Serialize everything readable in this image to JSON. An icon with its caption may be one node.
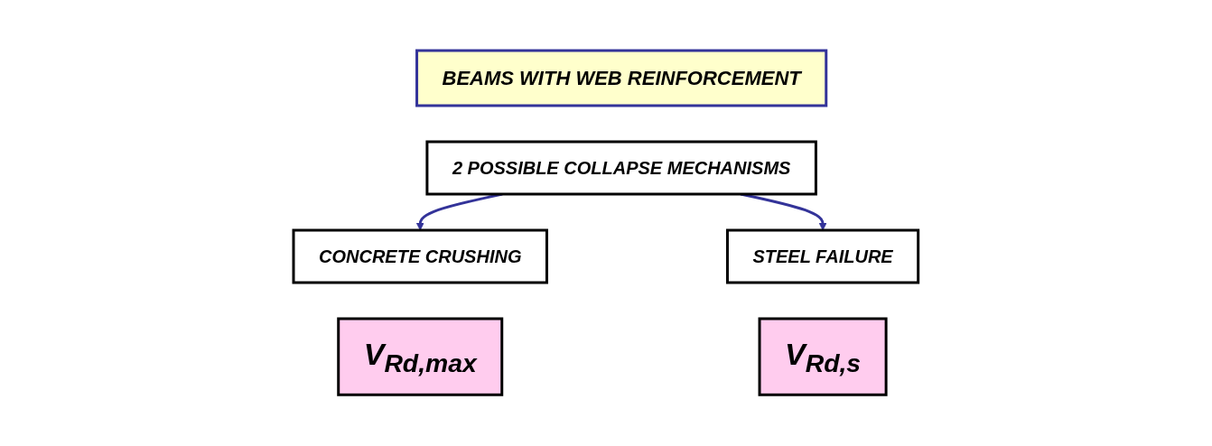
{
  "diagram": {
    "nodes": [
      {
        "text": [
          "BEAMS WITH WEB REINFORCEMENT"
        ]
      },
      {
        "text": [
          "2 POSSIBLE COLLAPSE MECHANISMS"
        ]
      },
      {
        "text": [
          "CONCRETE CRUSHING"
        ]
      },
      {
        "text": [
          "STEEL FAILURE"
        ]
      },
      {
        "text": [
          "V$_{Rd,max}$"
        ]
      },
      {
        "text": [
          "V$_{Rd,s}$"
        ]
      }
    ],
    "edges": [
      {
        "from": 1,
        "to": 2,
        "arrow": "to",
        "color": "#333399"
      },
      {
        "from": 1,
        "to": 3,
        "arrow": "to",
        "color": "#333399"
      }
    ]
  }
}
